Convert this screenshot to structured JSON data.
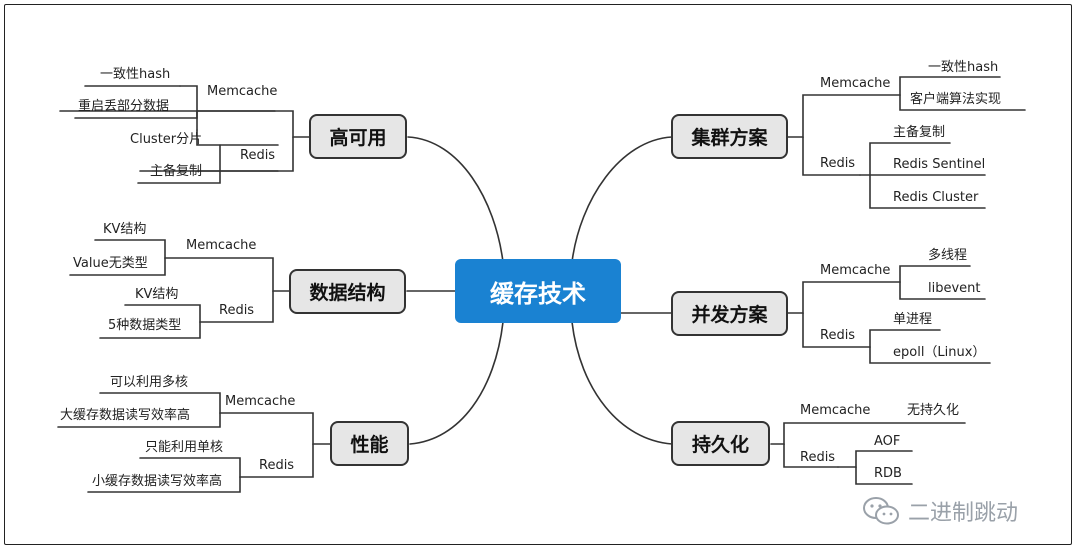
{
  "root": "缓存技术",
  "left": [
    {
      "title": "高可用",
      "mem_label": "Memcache",
      "mem": [
        "一致性hash",
        "重启丢部分数据"
      ],
      "red_label": "Redis",
      "red": [
        "Cluster分片",
        "主备复制"
      ]
    },
    {
      "title": "数据结构",
      "mem_label": "Memcache",
      "mem": [
        "KV结构",
        "Value无类型"
      ],
      "red_label": "Redis",
      "red": [
        "KV结构",
        "5种数据类型"
      ]
    },
    {
      "title": "性能",
      "mem_label": "Memcache",
      "mem": [
        "可以利用多核",
        "大缓存数据读写效率高"
      ],
      "red_label": "Redis",
      "red": [
        "只能利用单核",
        "小缓存数据读写效率高"
      ]
    }
  ],
  "right": [
    {
      "title": "集群方案",
      "mem_label": "Memcache",
      "mem": [
        "一致性hash",
        "客户端算法实现"
      ],
      "red_label": "Redis",
      "red": [
        "主备复制",
        "Redis Sentinel",
        "Redis Cluster"
      ]
    },
    {
      "title": "并发方案",
      "mem_label": "Memcache",
      "mem": [
        "多线程",
        "libevent"
      ],
      "red_label": "Redis",
      "red": [
        "单进程",
        "epoll（Linux）"
      ]
    },
    {
      "title": "持久化",
      "mem_label": "Memcache",
      "mem": [
        "无持久化"
      ],
      "red_label": "Redis",
      "red": [
        "AOF",
        "RDB"
      ]
    }
  ],
  "watermark": "二进制跳动",
  "colors": {
    "root": "#1a82d2",
    "node_fill": "#e6e6e6",
    "line": "#333333",
    "watermark": "#9aa1a9"
  }
}
